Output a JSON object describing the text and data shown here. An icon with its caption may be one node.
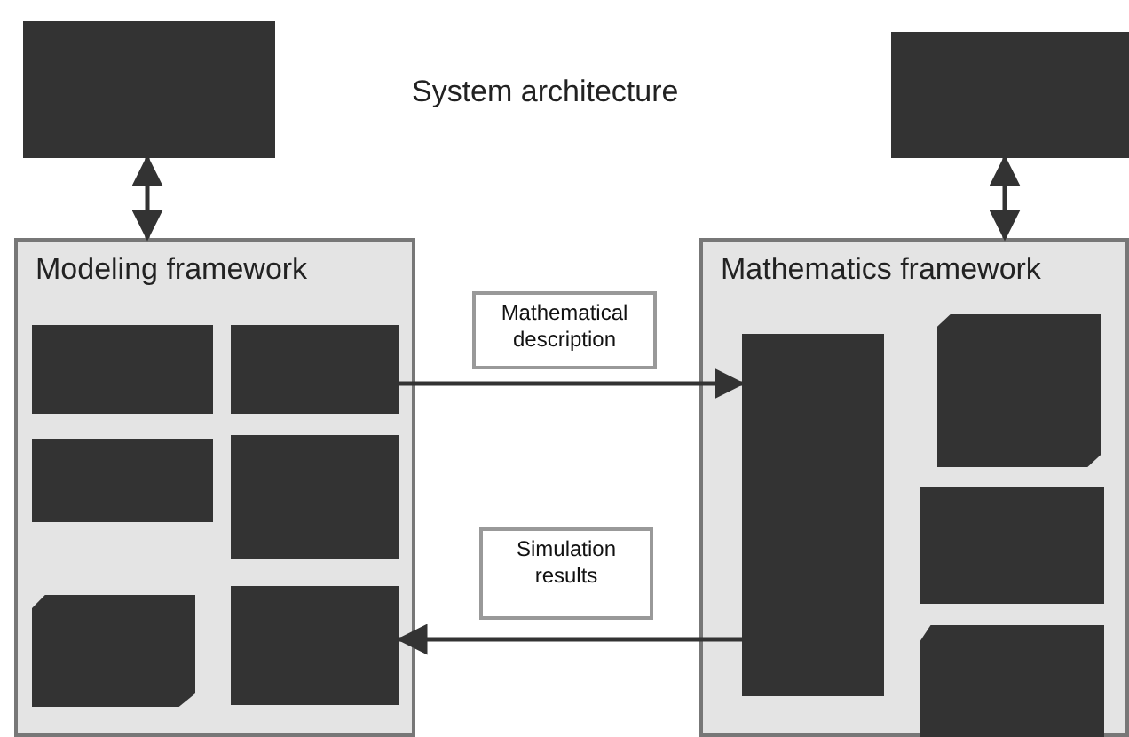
{
  "diagram": {
    "title": "System architecture",
    "nodes": [
      {
        "text": [],
        "shape": "box"
      },
      {
        "text": [],
        "shape": "box"
      },
      {
        "text": [
          "Modeling framework"
        ]
      },
      {
        "text": [],
        "shape": "box",
        "in": 2
      },
      {
        "text": [],
        "shape": "box",
        "in": 2
      },
      {
        "text": [],
        "shape": "box",
        "in": 2
      },
      {
        "text": [],
        "shape": "box",
        "in": 2
      },
      {
        "text": [],
        "shape": "box",
        "in": 2
      },
      {
        "text": [],
        "shape": "box",
        "in": 2
      },
      {
        "text": [
          "Mathematics framework"
        ]
      },
      {
        "text": [],
        "shape": "box",
        "in": 9
      },
      {
        "text": [],
        "shape": "box",
        "in": 9
      },
      {
        "text": [],
        "shape": "box",
        "in": 9
      },
      {
        "text": [],
        "shape": "box",
        "in": 9
      }
    ],
    "edges": [
      {
        "from": 0,
        "to": 2,
        "arrow": "both"
      },
      {
        "from": 1,
        "to": 9,
        "arrow": "both"
      },
      {
        "from": 4,
        "to": 10,
        "arrow": "to",
        "label": "Mathematical description"
      },
      {
        "from": 10,
        "to": 8,
        "arrow": "to",
        "label": "Simulation results"
      }
    ]
  }
}
